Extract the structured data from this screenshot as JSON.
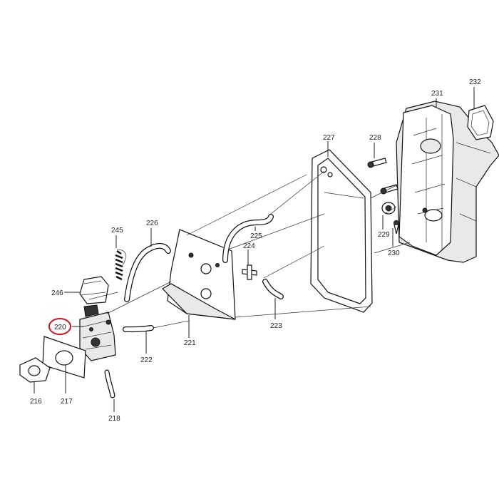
{
  "labels": {
    "p216": "216",
    "p217": "217",
    "p218": "218",
    "p220": "220",
    "p221": "221",
    "p222": "222",
    "p223": "223",
    "p224": "224",
    "p225": "225",
    "p226": "226",
    "p227": "227",
    "p228": "228",
    "p229": "229",
    "p230": "230",
    "p231": "231",
    "p232": "232",
    "p245": "245",
    "p246": "246"
  },
  "highlight": {
    "part": "220",
    "color": "#d0141c"
  }
}
